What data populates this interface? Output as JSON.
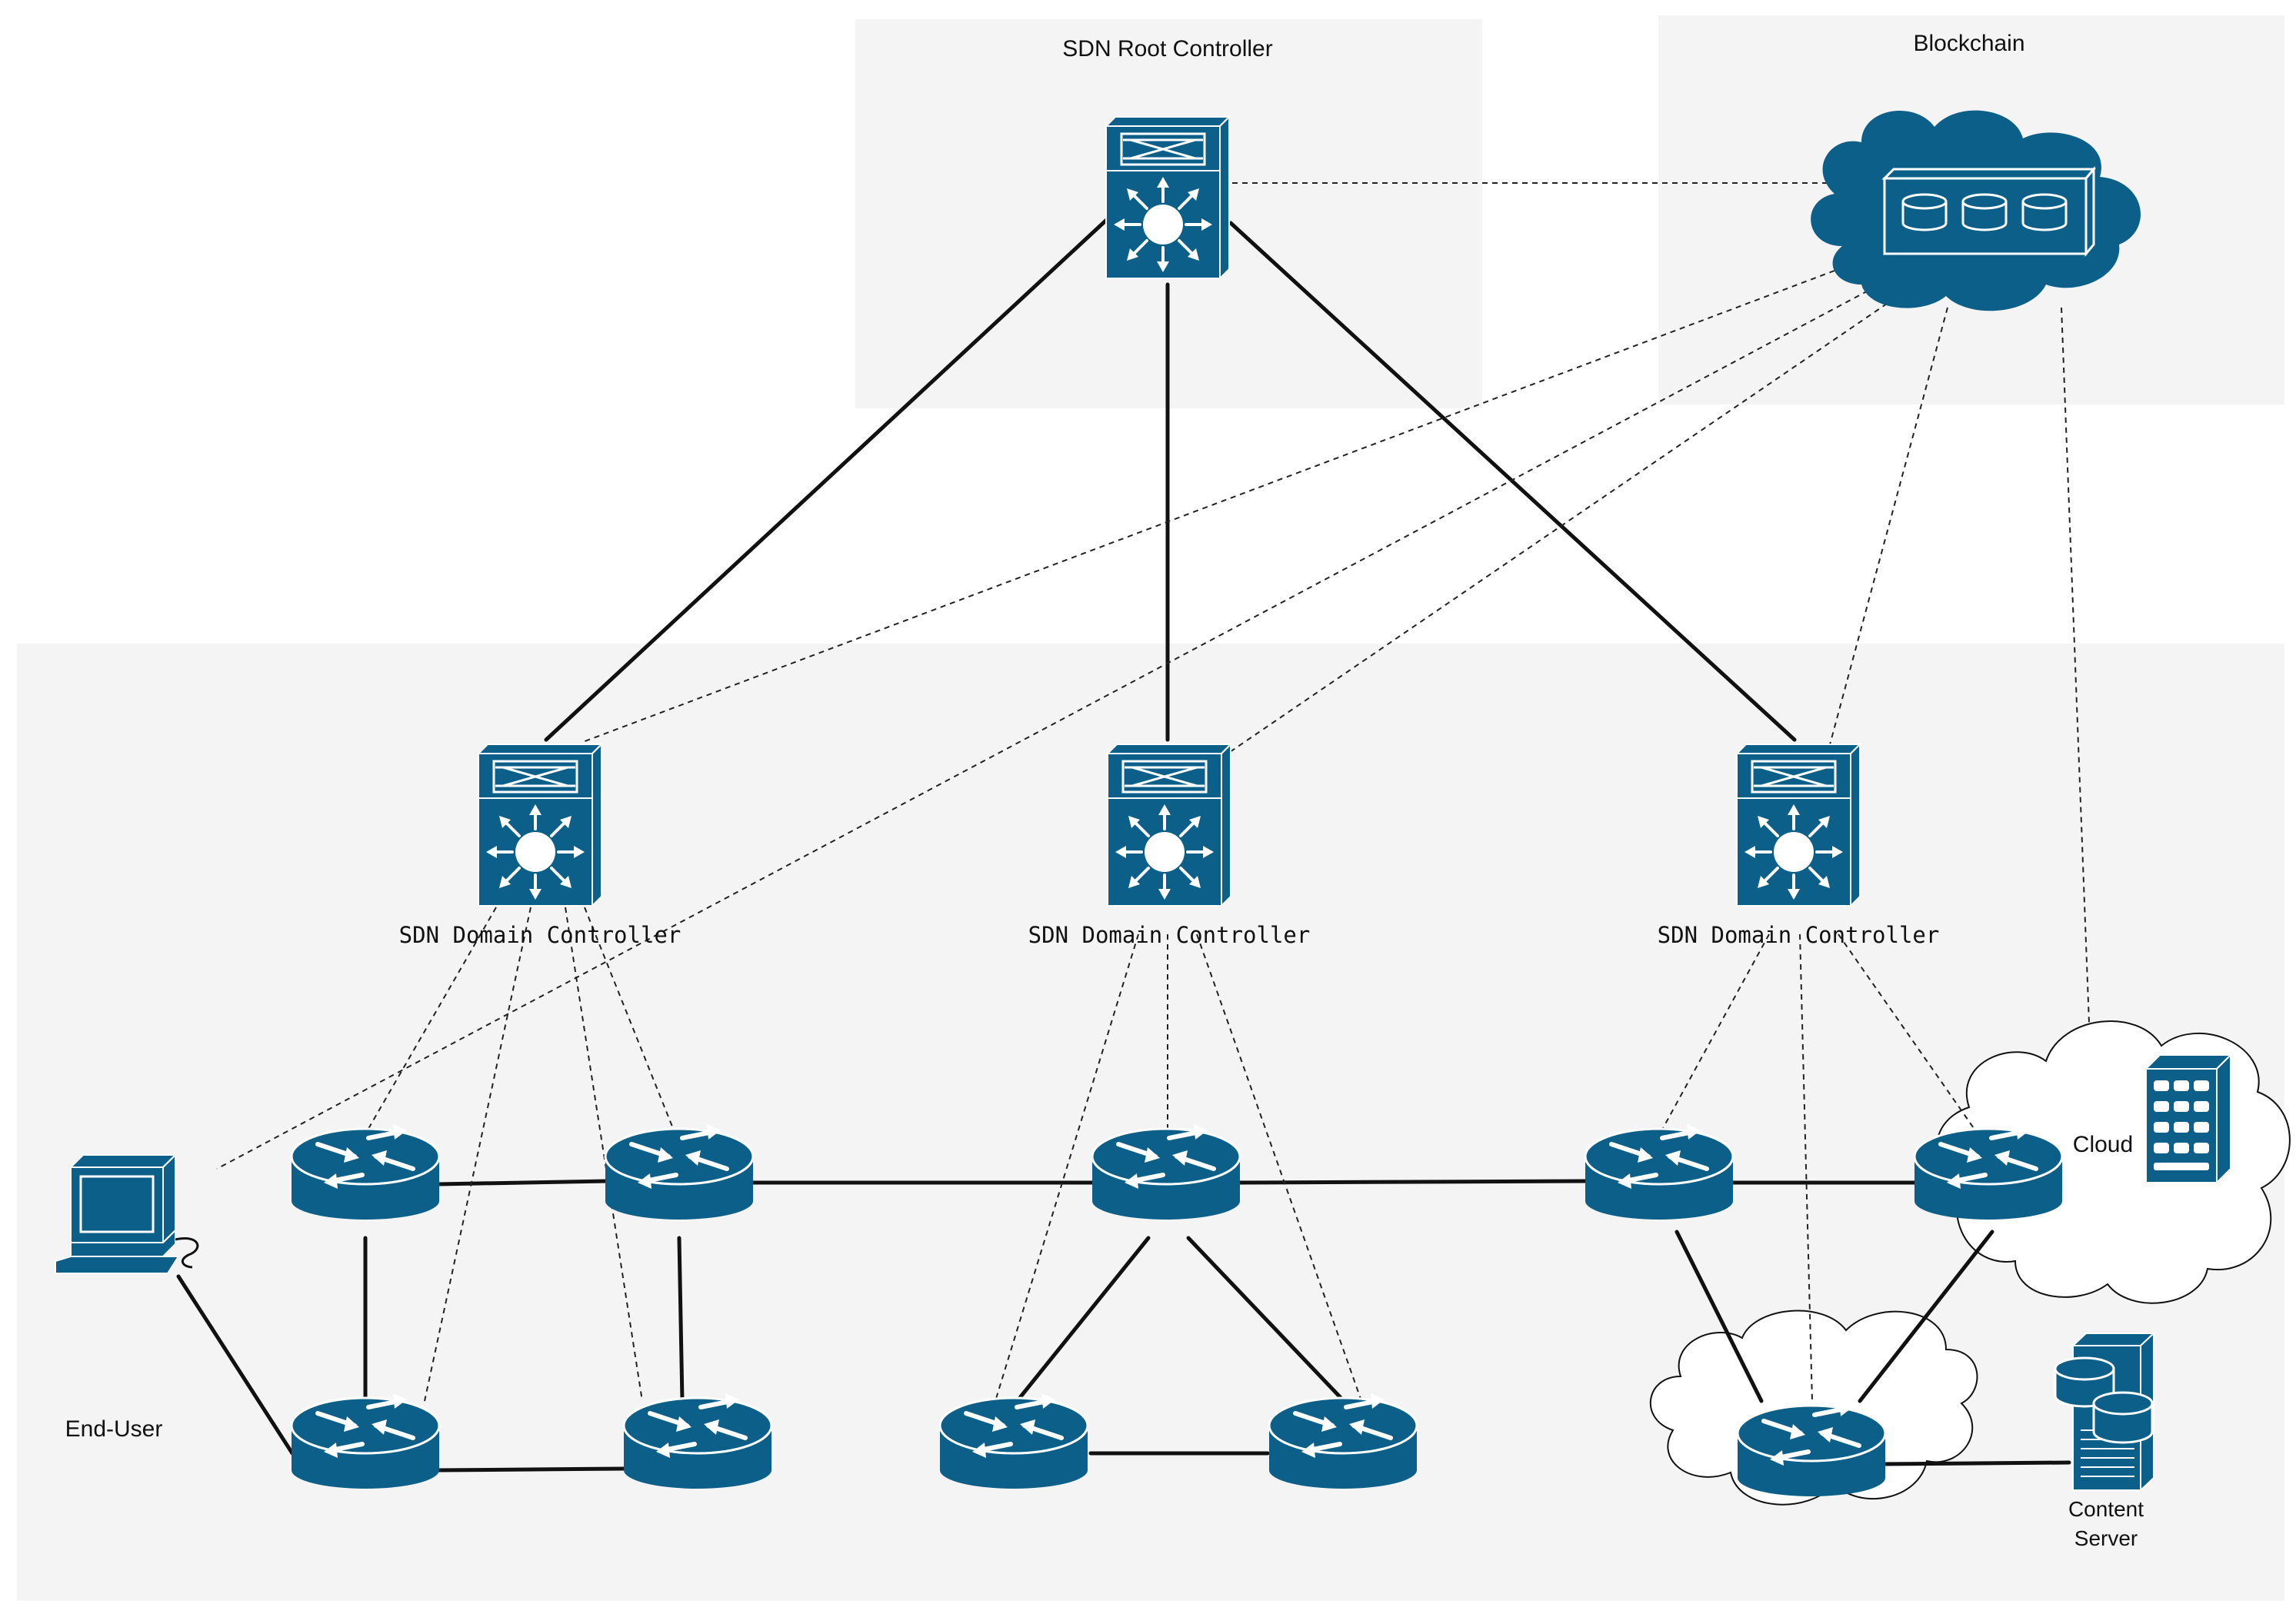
{
  "regions": {
    "root_title": "SDN Root Controller",
    "blockchain_title": "Blockchain"
  },
  "controllers": {
    "domain_left": "SDN Domain Controller",
    "domain_middle": "SDN Domain Controller",
    "domain_right": "SDN Domain Controller"
  },
  "endpoints": {
    "end_user": "End-User",
    "cloud": "Cloud",
    "content_server_line1": "Content",
    "content_server_line2": "Server"
  },
  "colors": {
    "device_blue": "#0c5f88",
    "region_gray": "#f4f4f4",
    "line": "#111111"
  },
  "icons": {
    "controller": "layer3-switch-icon",
    "router": "router-icon",
    "blockchain": "database-cloud-icon",
    "end_user": "workstation-icon",
    "cloud_server": "server-rack-icon",
    "content_server": "storage-server-icon"
  }
}
